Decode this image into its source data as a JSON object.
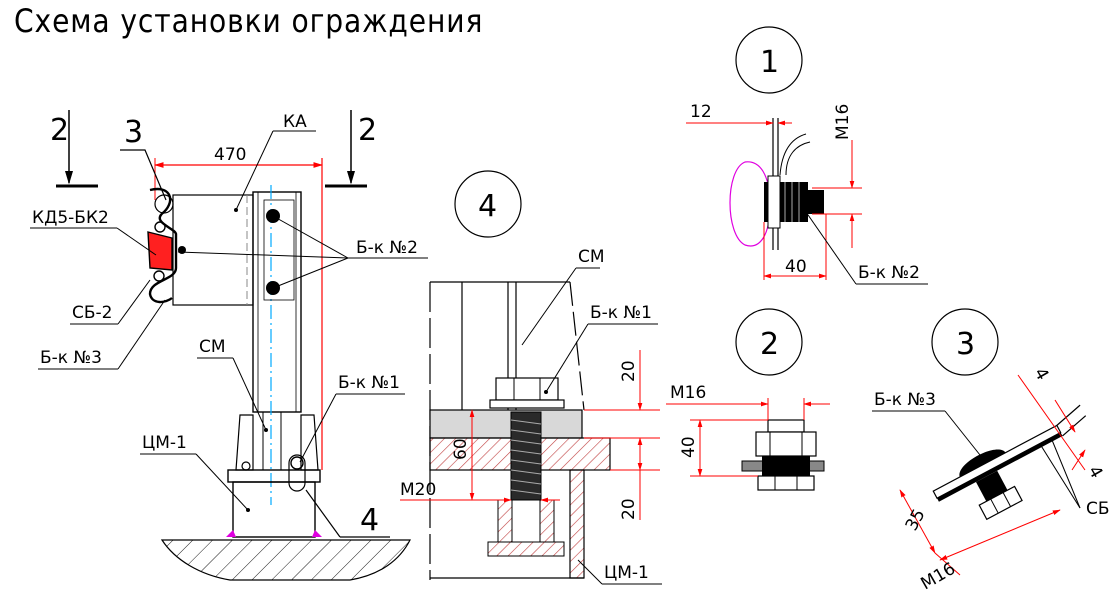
{
  "title": "Схема установки ограждения",
  "labels": {
    "section_left": "2",
    "section_right": "2",
    "callout_3": "3",
    "ka": "КА",
    "kd5": "КД5-БК2",
    "sb2": "СБ-2",
    "bk3": "Б-к №3",
    "bk2": "Б-к №2",
    "cm": "СМ",
    "bk1": "Б-к №1",
    "cm1": "ЦМ-1",
    "callout_4": "4"
  },
  "dims": {
    "main_470": "470",
    "d4_20a": "20",
    "d4_60": "60",
    "d4_20b": "20",
    "d4_m20": "М20",
    "d1_12": "12",
    "d1_m16": "М16",
    "d1_40": "40",
    "d2_m16": "М16",
    "d2_40": "40",
    "d3_4a": "4",
    "d3_4b": "4",
    "d3_35": "35",
    "d3_m16": "М16"
  },
  "detail4": {
    "number": "4",
    "cm": "СМ",
    "bk1": "Б-к №1",
    "cm1": "ЦМ-1"
  },
  "detail1": {
    "number": "1",
    "bk2": "Б-к №2"
  },
  "detail2": {
    "number": "2"
  },
  "detail3": {
    "number": "3",
    "bk3": "Б-к №3",
    "sb": "СБ"
  },
  "colors": {
    "line": "#000000",
    "dimension": "#ff0000",
    "axis": "#00aaff",
    "highlight": "#e000e0",
    "fill_red": "#ff2020",
    "hatch": "#c06060",
    "grey": "#d8d8d8"
  }
}
